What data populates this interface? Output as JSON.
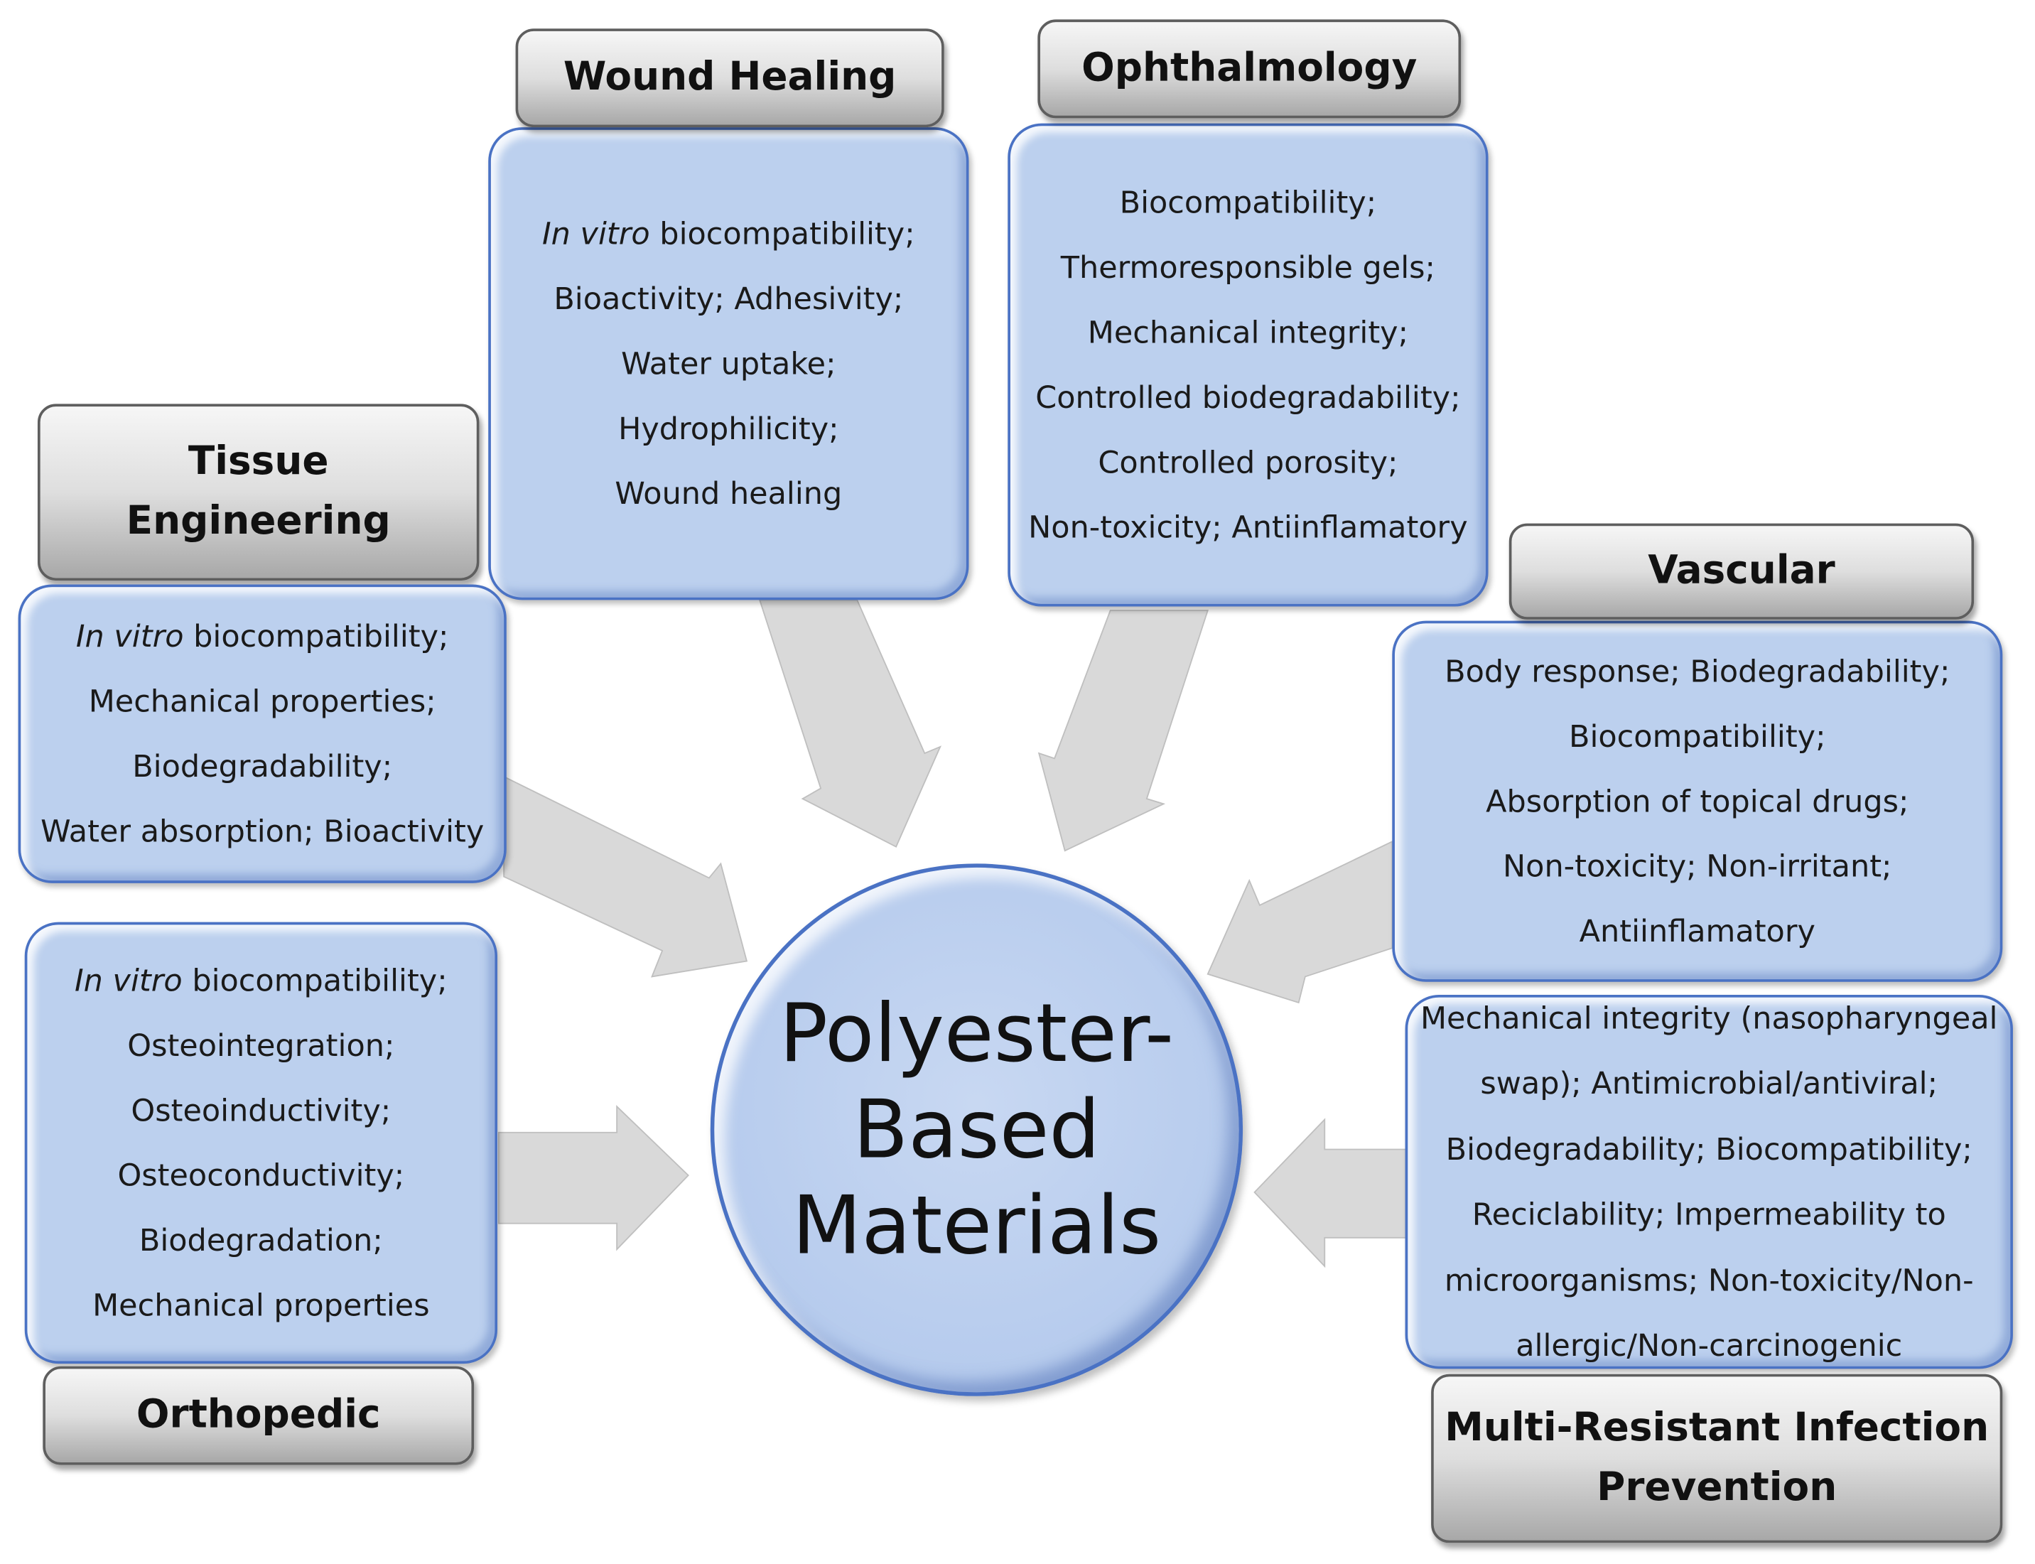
{
  "center_title": [
    "Polyester-",
    "Based",
    "Materials"
  ],
  "sections": {
    "wound_healing": {
      "title": [
        "Wound Healing"
      ],
      "items": [
        {
          "italic": "In vitro",
          "rest": " biocompatibility;"
        },
        {
          "italic": "",
          "rest": "Bioactivity; Adhesivity;"
        },
        {
          "italic": "",
          "rest": "Water uptake;"
        },
        {
          "italic": "",
          "rest": "Hydrophilicity;"
        },
        {
          "italic": "",
          "rest": "Wound healing"
        }
      ]
    },
    "ophthalmology": {
      "title": [
        "Ophthalmology"
      ],
      "items": [
        {
          "italic": "",
          "rest": "Biocompatibility;"
        },
        {
          "italic": "",
          "rest": "Thermoresponsible gels;"
        },
        {
          "italic": "",
          "rest": "Mechanical integrity;"
        },
        {
          "italic": "",
          "rest": "Controlled biodegradability;"
        },
        {
          "italic": "",
          "rest": "Controlled porosity;"
        },
        {
          "italic": "",
          "rest": "Non-toxicity; Antiinflamatory"
        }
      ]
    },
    "tissue_engineering": {
      "title": [
        "Tissue",
        "Engineering"
      ],
      "items": [
        {
          "italic": "In vitro",
          "rest": " biocompatibility;"
        },
        {
          "italic": "",
          "rest": "Mechanical properties;"
        },
        {
          "italic": "",
          "rest": "Biodegradability;"
        },
        {
          "italic": "",
          "rest": "Water absorption; Bioactivity"
        }
      ]
    },
    "vascular": {
      "title": [
        "Vascular"
      ],
      "items": [
        {
          "italic": "",
          "rest": "Body response; Biodegradability;"
        },
        {
          "italic": "",
          "rest": "Biocompatibility;"
        },
        {
          "italic": "",
          "rest": "Absorption of topical drugs;"
        },
        {
          "italic": "",
          "rest": "Non-toxicity; Non-irritant;"
        },
        {
          "italic": "",
          "rest": "Antiinflamatory"
        }
      ]
    },
    "orthopedic": {
      "title": [
        "Orthopedic"
      ],
      "items": [
        {
          "italic": "In vitro",
          "rest": " biocompatibility;"
        },
        {
          "italic": "",
          "rest": "Osteointegration;"
        },
        {
          "italic": "",
          "rest": "Osteoinductivity;"
        },
        {
          "italic": "",
          "rest": "Osteoconductivity;"
        },
        {
          "italic": "",
          "rest": "Biodegradation;"
        },
        {
          "italic": "",
          "rest": "Mechanical properties"
        }
      ]
    },
    "infection_prevention": {
      "title": [
        "Multi-Resistant Infection",
        "Prevention"
      ],
      "items": [
        {
          "italic": "",
          "rest": "Mechanical integrity (nasopharyngeal"
        },
        {
          "italic": "",
          "rest": "swap); Antimicrobial/antiviral;"
        },
        {
          "italic": "",
          "rest": "Biodegradability; Biocompatibility;"
        },
        {
          "italic": "",
          "rest": "Reciclability; Impermeability to"
        },
        {
          "italic": "",
          "rest": "microorganisms; Non-toxicity/Non-"
        },
        {
          "italic": "",
          "rest": "allergic/Non-carcinogenic"
        }
      ]
    }
  },
  "colors": {
    "panel_fill": "#bcd0ee",
    "panel_border": "#4a72c4",
    "label_border": "#5e5e5e",
    "arrow_fill": "#d9d9d9"
  }
}
